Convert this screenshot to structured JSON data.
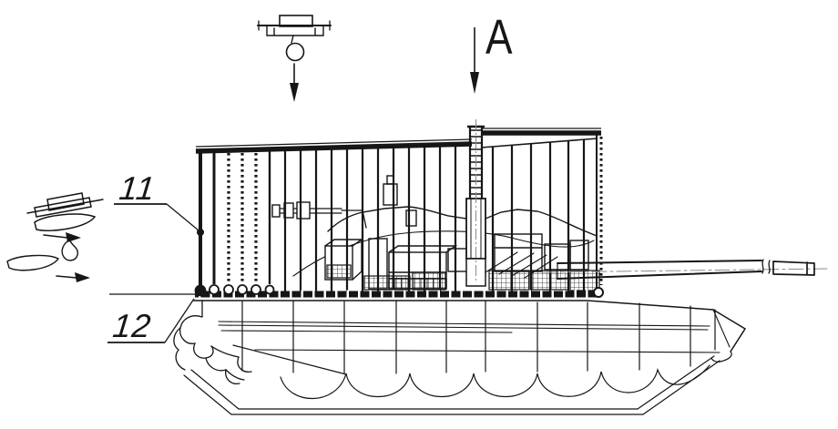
{
  "figure": {
    "background_color": "#ffffff",
    "line_color": "#161616",
    "centerline_color": "#8a8a8a"
  },
  "callouts": {
    "part11": "11",
    "part12": "12"
  },
  "view_arrow": {
    "label": "A"
  },
  "icons": {
    "top": "quadcopter-dropping-munition-icon",
    "left": "drone-munition-deflected-icon",
    "view": "view-direction-arrow-icon"
  }
}
